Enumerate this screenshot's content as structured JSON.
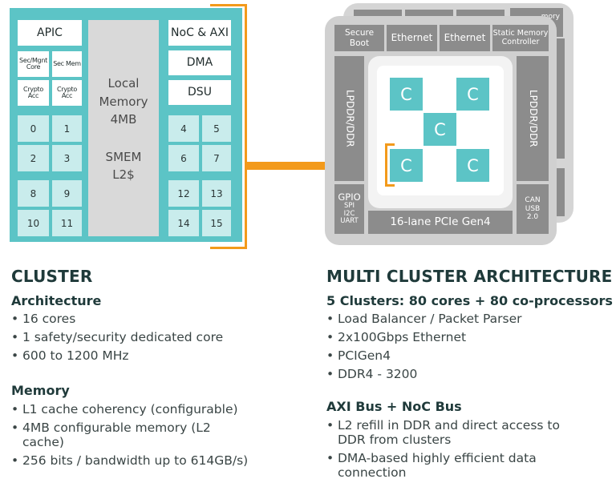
{
  "cluster_diagram": {
    "apic": "APIC",
    "sec_mgmt_core": "Sec/Mgnt Core",
    "sec_mem": "Sec Mem",
    "crypto_acc_1": "Crypto Acc",
    "crypto_acc_2": "Crypto Acc",
    "local_memory": "Local Memory 4MB",
    "smem": "SMEM L2$",
    "noc_axi": "NoC & AXI",
    "dma": "DMA",
    "dsu": "DSU",
    "cores_left": [
      "0",
      "1",
      "2",
      "3",
      "8",
      "9",
      "10",
      "11"
    ],
    "cores_right": [
      "4",
      "5",
      "6",
      "7",
      "12",
      "13",
      "14",
      "15"
    ]
  },
  "multi_diagram": {
    "secure_boot": "Secure Boot",
    "ethernet_1": "Ethernet",
    "ethernet_2": "Ethernet",
    "static_memory": "Static Memory Controller",
    "lpddr_left": "LPDDR/DDR",
    "lpddr_right": "LPDDR/DDR",
    "core_label": "C",
    "gpio": "GPIO",
    "spi": "SPI",
    "i2c": "I2C",
    "uart": "UART",
    "pcie": "16-lane PCIe Gen4",
    "can": "CAN",
    "usb": "USB",
    "usb_ver": "2.0",
    "back_text": "mory"
  },
  "cluster_text": {
    "title": "CLUSTER",
    "arch_heading": "Architecture",
    "arch_items": [
      "16 cores",
      "1 safety/security dedicated core",
      "600 to 1200 MHz"
    ],
    "mem_heading": "Memory",
    "mem_items": [
      "L1 cache coherency (configurable)",
      "4MB configurable memory (L2 cache)",
      "256 bits / bandwidth up to 614GB/s)"
    ]
  },
  "multi_text": {
    "title": "MULTI CLUSTER ARCHITECTURE",
    "clusters_heading": "5 Clusters: 80 cores + 80 co-processors",
    "clusters_items": [
      "Load Balancer / Packet Parser",
      "2x100Gbps Ethernet",
      "PCIGen4",
      "DDR4 - 3200"
    ],
    "bus_heading": "AXI Bus + NoC Bus",
    "bus_items": [
      "L2 refill in DDR and direct access to DDR from clusters",
      "DMA-based highly efficient data connection"
    ]
  }
}
